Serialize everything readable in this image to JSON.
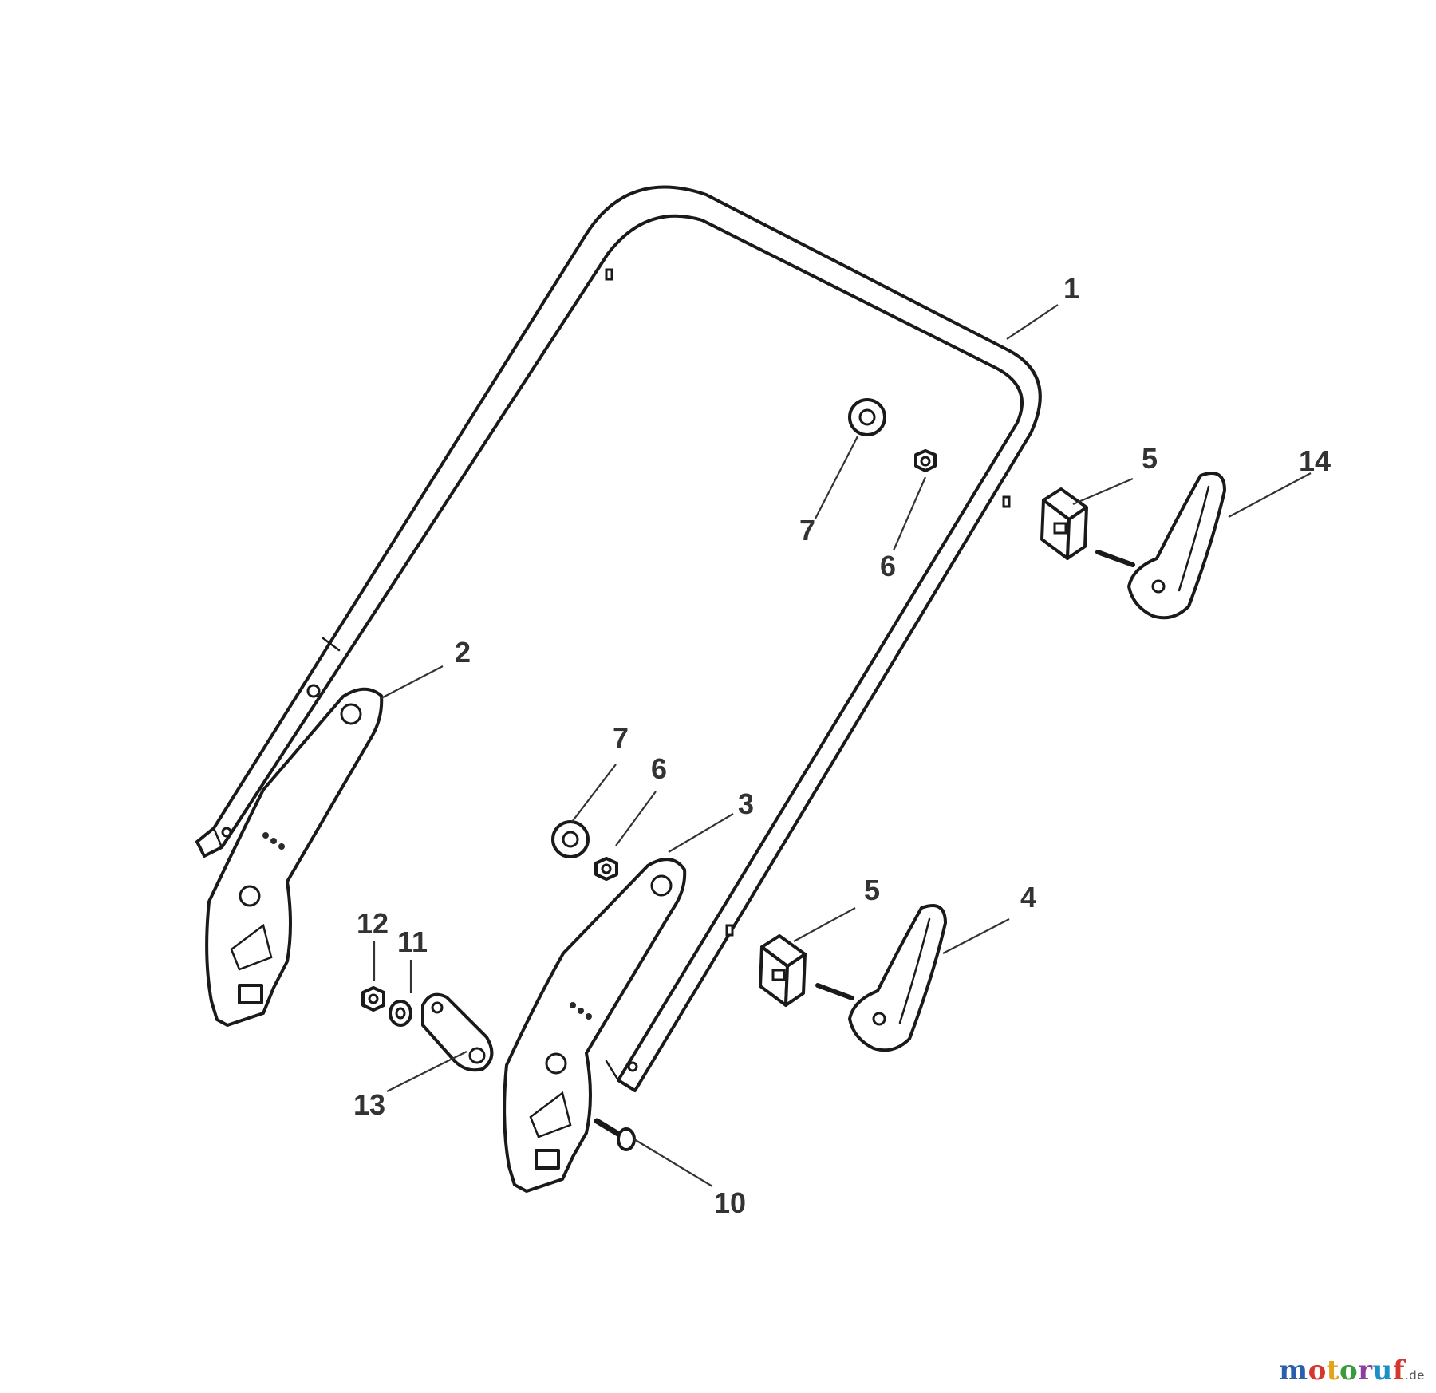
{
  "callouts": [
    {
      "id": "c1",
      "text": "1"
    },
    {
      "id": "c2",
      "text": "2"
    },
    {
      "id": "c3",
      "text": "3"
    },
    {
      "id": "c4",
      "text": "4"
    },
    {
      "id": "c5a",
      "text": "5"
    },
    {
      "id": "c5b",
      "text": "5"
    },
    {
      "id": "c6a",
      "text": "6"
    },
    {
      "id": "c6b",
      "text": "6"
    },
    {
      "id": "c7a",
      "text": "7"
    },
    {
      "id": "c7b",
      "text": "7"
    },
    {
      "id": "c10",
      "text": "10"
    },
    {
      "id": "c11",
      "text": "11"
    },
    {
      "id": "c12",
      "text": "12"
    },
    {
      "id": "c13",
      "text": "13"
    },
    {
      "id": "c14",
      "text": "14"
    }
  ],
  "watermark": {
    "letters": [
      "m",
      "o",
      "t",
      "o",
      "r",
      "u",
      "f"
    ],
    "tld": ".de"
  },
  "icons": [
    "handlebar-tube",
    "bracket",
    "clamp-lever",
    "spacer-block",
    "washer",
    "nut",
    "screw"
  ]
}
